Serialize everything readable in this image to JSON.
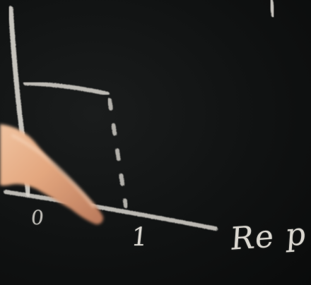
{
  "board": {
    "background_color": "#0d0f0f",
    "chalk_color": "#d9d6cf"
  },
  "labels": {
    "origin": "0",
    "one": "1",
    "axis": "Re p"
  },
  "hand": {
    "skin_color": "#e3a77f"
  }
}
